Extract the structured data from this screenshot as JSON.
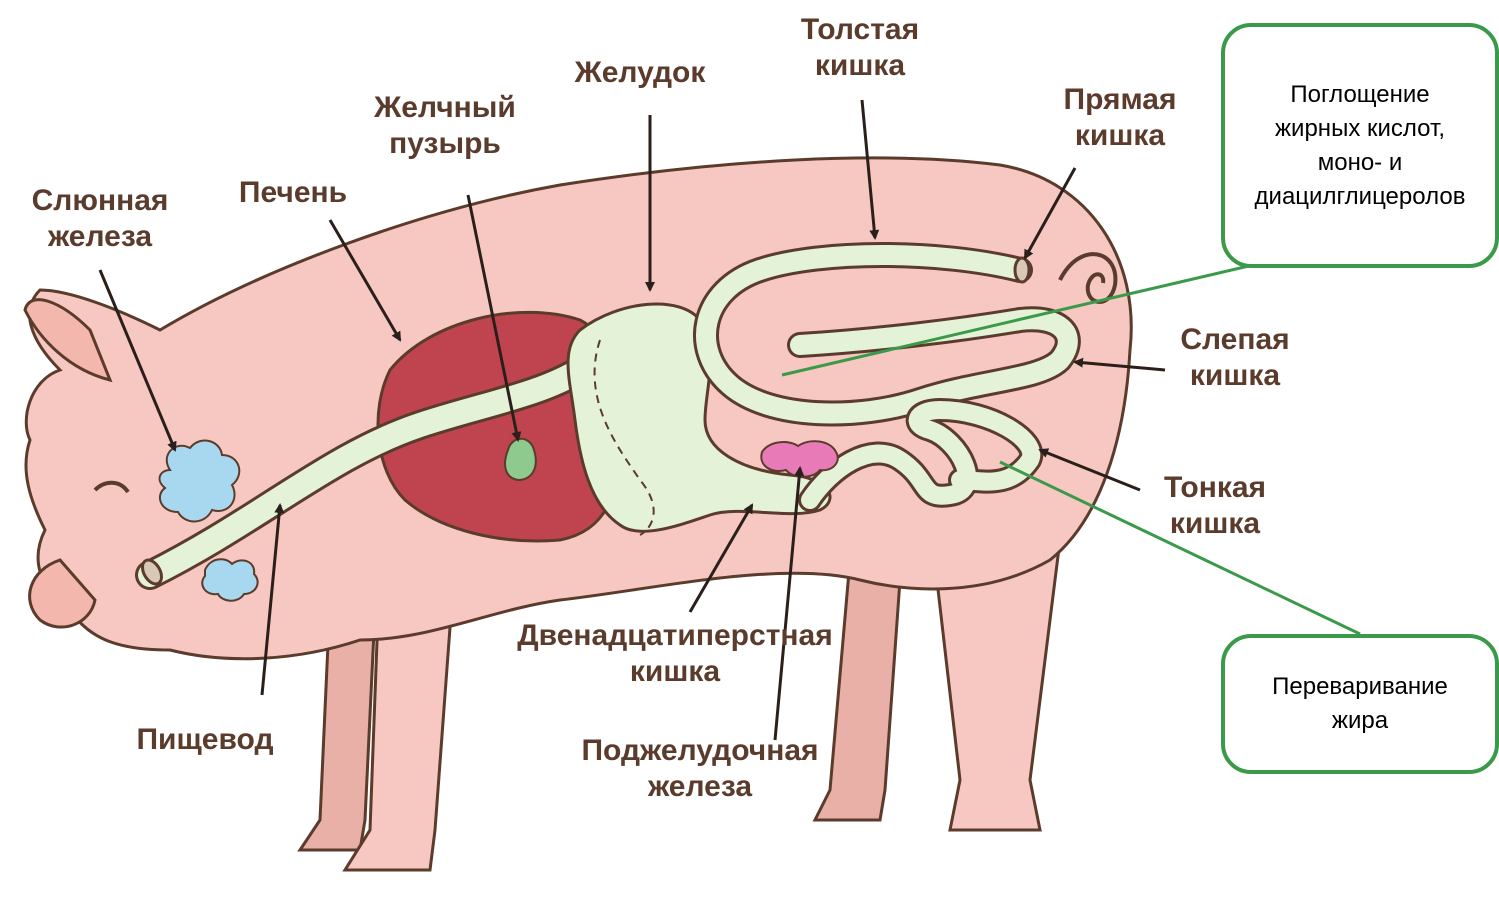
{
  "labels": {
    "salivary_gland": [
      "Слюнная",
      "железа"
    ],
    "liver": [
      "Печень"
    ],
    "gallbladder": [
      "Желчный",
      "пузырь"
    ],
    "stomach": [
      "Желудок"
    ],
    "large_intestine": [
      "Толстая",
      "кишка"
    ],
    "rectum": [
      "Прямая",
      "кишка"
    ],
    "cecum": [
      "Слепая",
      "кишка"
    ],
    "small_intestine": [
      "Тонкая",
      "кишка"
    ],
    "esophagus": [
      "Пищевод"
    ],
    "duodenum": [
      "Двенадцатиперстная",
      "кишка"
    ],
    "pancreas": [
      "Поджелудочная",
      "железа"
    ]
  },
  "callouts": {
    "absorption": [
      "Поглощение",
      "жирных кислот,",
      "моно- и",
      "диацилглицеролов"
    ],
    "digestion": [
      "Переваривание",
      "жира"
    ]
  },
  "colors": {
    "body": "#f7c8c1",
    "outline": "#5a3b2c",
    "liver": "#c0444f",
    "tract": "#e4f2d8",
    "salivary": "#a8d8f0",
    "gallbladder": "#8ec98e",
    "pancreas": "#e87ab8",
    "callout_border": "#3a9a4a",
    "label_text": "#5a3b2c"
  }
}
